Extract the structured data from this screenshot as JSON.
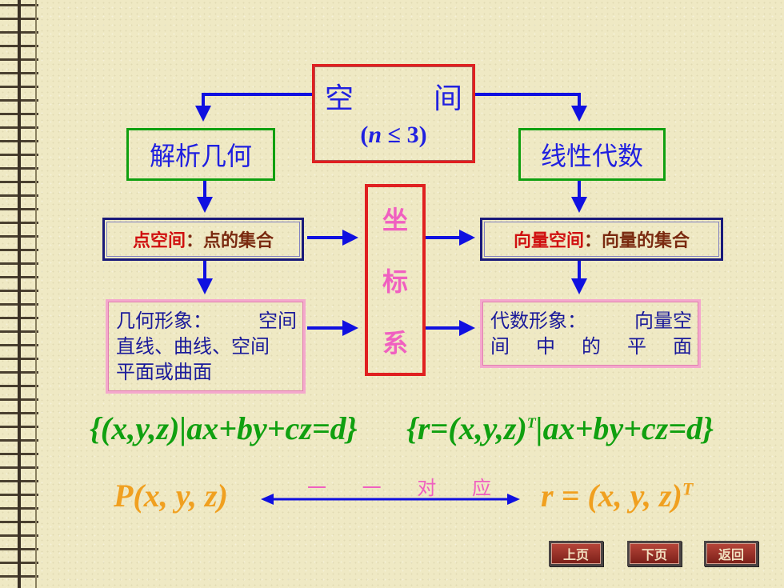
{
  "space": {
    "title_left": "空",
    "title_right": "间",
    "condition_var": "n",
    "condition_rest": " ≤ 3"
  },
  "analytic_geometry": "解析几何",
  "linear_algebra": "线性代数",
  "point_space": {
    "part1": "点空间",
    "sep": "：",
    "part2": "点的集合"
  },
  "vector_space": {
    "part1": "向量空间",
    "sep": "：",
    "part2": "向量的集合"
  },
  "coordinate_system": [
    "坐",
    "标",
    "系"
  ],
  "geometric_image": {
    "line1_a": "几何形象：",
    "line1_b": "空间",
    "line2": "直线、曲线、空间",
    "line3": "平面或曲面"
  },
  "algebraic_image": {
    "line1_a": "代数形象：",
    "line1_b": "向量空",
    "line2": [
      "间",
      "中",
      "的",
      "平",
      "面"
    ]
  },
  "equation_left": "{(x,y,z)|ax+by+cz=d}",
  "equation_right": {
    "main": "{r=(x,y,z)",
    "sup": "T",
    "rest": "|ax+by+cz=d}"
  },
  "point_label": "P(x, y, z)",
  "vector_label": {
    "main": "r = (x, y, z)",
    "sup": "T"
  },
  "correspondence": [
    "一",
    "一",
    "对",
    "应"
  ],
  "nav": {
    "prev": "上页",
    "next": "下页",
    "back": "返回"
  },
  "colors": {
    "title_blue": "#2020e0",
    "frame_red": "#e02020",
    "frame_green": "#10a010",
    "pink": "#f060c0",
    "orange": "#f0a020"
  }
}
